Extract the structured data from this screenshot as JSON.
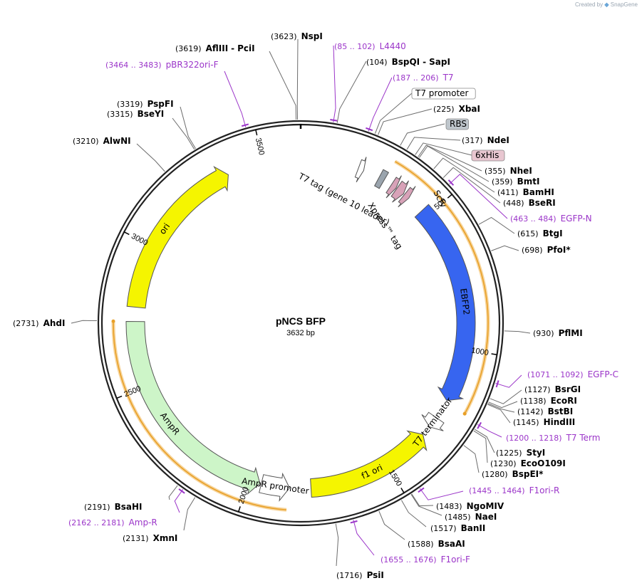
{
  "credit": {
    "prefix": "Created by",
    "brand": "SnapGene"
  },
  "plasmid": {
    "name": "pNCS BFP",
    "length_label": "3632 bp",
    "length": 3632
  },
  "ticks": [
    {
      "bp": 500,
      "label": "500"
    },
    {
      "bp": 1000,
      "label": "1000"
    },
    {
      "bp": 1500,
      "label": "1500"
    },
    {
      "bp": 2000,
      "label": "2000"
    },
    {
      "bp": 2500,
      "label": "2500"
    },
    {
      "bp": 3000,
      "label": "3000"
    },
    {
      "bp": 3500,
      "label": "3500"
    }
  ],
  "features": [
    {
      "name": "ori",
      "label": "ori",
      "start": 2780,
      "end": 3370,
      "direction": 1,
      "color": "#f5f500",
      "lane": "inner"
    },
    {
      "name": "ebfp2",
      "label": "EBFP2",
      "start": 475,
      "end": 1190,
      "direction": 1,
      "color": "#3765f0",
      "lane": "inner"
    },
    {
      "name": "f1-ori",
      "label": "f1 ori",
      "start": 1335,
      "end": 1780,
      "direction": -1,
      "color": "#f5f500",
      "lane": "inner"
    },
    {
      "name": "ampr",
      "label": "AmpR",
      "start": 1960,
      "end": 2730,
      "direction": -1,
      "color": "#cdf5c8",
      "lane": "inner"
    },
    {
      "name": "ampr-promoter",
      "label": "AmpR promoter",
      "start": 1855,
      "end": 1955,
      "direction": -1,
      "color": "#ffffff",
      "lane": "inner"
    },
    {
      "name": "t7-terminator",
      "label": "T7 terminator",
      "start": 1260,
      "end": 1300,
      "direction": 1,
      "color": "#ffffff",
      "lane": "inner"
    },
    {
      "name": "t7-promoter-arrow",
      "label": "",
      "start": 206,
      "end": 226,
      "direction": 1,
      "color": "#ffffff",
      "lane": "inner"
    },
    {
      "name": "rbs-box",
      "label": "",
      "start": 285,
      "end": 305,
      "direction": 0,
      "color": "#9aa4ad",
      "lane": "inner"
    },
    {
      "name": "6xhis-arrow",
      "label": "",
      "start": 335,
      "end": 355,
      "direction": 1,
      "color": "#d8a2b8",
      "lane": "inner"
    },
    {
      "name": "t7-tag-arrow",
      "label": "",
      "start": 358,
      "end": 388,
      "direction": 1,
      "color": "#d8a2b8",
      "lane": "inner"
    },
    {
      "name": "xpress-arrow",
      "label": "",
      "start": 392,
      "end": 412,
      "direction": 1,
      "color": "#d8a2b8",
      "lane": "inner"
    }
  ],
  "cds_bands": [
    {
      "name": "orf-scfv",
      "start": 305,
      "end": 1200
    },
    {
      "name": "orf-ampr",
      "start": 1860,
      "end": 2730
    }
  ],
  "inner_labels": [
    {
      "name": "t7-tag-label",
      "text": "T7 tag (gene 10 leader)"
    },
    {
      "name": "xpress-tag-label",
      "text": "Xpress™ tag"
    },
    {
      "name": "scfv-label",
      "text": "Scfv"
    }
  ],
  "sites": [
    {
      "name": "nspi",
      "enzyme": "NspI",
      "pos": "(3623)",
      "extra": "",
      "kind": "enzyme"
    },
    {
      "name": "aflIII-pcii",
      "enzyme": "AflIII",
      "pos": "(3619)",
      "extra": "PciI",
      "kind": "enzyme"
    },
    {
      "name": "pbr322ori-f",
      "enzyme": "pBR322ori-F",
      "pos": "(3464 .. 3483)",
      "extra": "",
      "kind": "primer"
    },
    {
      "name": "pspfi",
      "enzyme": "PspFI",
      "pos": "(3319)",
      "extra": "",
      "kind": "enzyme"
    },
    {
      "name": "bseyi",
      "enzyme": "BseYI",
      "pos": "(3315)",
      "extra": "",
      "kind": "enzyme"
    },
    {
      "name": "alwni",
      "enzyme": "AlwNI",
      "pos": "(3210)",
      "extra": "",
      "kind": "enzyme"
    },
    {
      "name": "ahdi",
      "enzyme": "AhdI",
      "pos": "(2731)",
      "extra": "",
      "kind": "enzyme"
    },
    {
      "name": "bsahi",
      "enzyme": "BsaHI",
      "pos": "(2191)",
      "extra": "",
      "kind": "enzyme"
    },
    {
      "name": "amp-r",
      "enzyme": "Amp-R",
      "pos": "(2162 .. 2181)",
      "extra": "",
      "kind": "primer"
    },
    {
      "name": "xmni",
      "enzyme": "XmnI",
      "pos": "(2131)",
      "extra": "",
      "kind": "enzyme"
    },
    {
      "name": "psii",
      "enzyme": "PsiI",
      "pos": "(1716)",
      "extra": "",
      "kind": "enzyme"
    },
    {
      "name": "f1ori-f",
      "enzyme": "F1ori-F",
      "pos": "(1655 .. 1676)",
      "extra": "",
      "kind": "primer"
    },
    {
      "name": "bsaai",
      "enzyme": "BsaAI",
      "pos": "(1588)",
      "extra": "",
      "kind": "enzyme"
    },
    {
      "name": "banii",
      "enzyme": "BanII",
      "pos": "(1517)",
      "extra": "",
      "kind": "enzyme"
    },
    {
      "name": "naei",
      "enzyme": "NaeI",
      "pos": "(1485)",
      "extra": "",
      "kind": "enzyme"
    },
    {
      "name": "ngomiv",
      "enzyme": "NgoMIV",
      "pos": "(1483)",
      "extra": "",
      "kind": "enzyme"
    },
    {
      "name": "f1ori-r",
      "enzyme": "F1ori-R",
      "pos": "(1445 .. 1464)",
      "extra": "",
      "kind": "primer"
    },
    {
      "name": "bspei",
      "enzyme": "BspEI",
      "pos": "(1280)",
      "extra": "*",
      "kind": "enzyme"
    },
    {
      "name": "ecoo109i",
      "enzyme": "EcoO109I",
      "pos": "(1230)",
      "extra": "",
      "kind": "enzyme"
    },
    {
      "name": "styi",
      "enzyme": "StyI",
      "pos": "(1225)",
      "extra": "",
      "kind": "enzyme"
    },
    {
      "name": "t7-term",
      "enzyme": "T7 Term",
      "pos": "(1200 .. 1218)",
      "extra": "",
      "kind": "primer"
    },
    {
      "name": "hindiii",
      "enzyme": "HindIII",
      "pos": "(1145)",
      "extra": "",
      "kind": "enzyme"
    },
    {
      "name": "bstbi",
      "enzyme": "BstBI",
      "pos": "(1142)",
      "extra": "",
      "kind": "enzyme"
    },
    {
      "name": "ecori",
      "enzyme": "EcoRI",
      "pos": "(1138)",
      "extra": "",
      "kind": "enzyme"
    },
    {
      "name": "bsrgi",
      "enzyme": "BsrGI",
      "pos": "(1127)",
      "extra": "",
      "kind": "enzyme"
    },
    {
      "name": "egfp-c",
      "enzyme": "EGFP-C",
      "pos": "(1071 .. 1092)",
      "extra": "",
      "kind": "primer"
    },
    {
      "name": "pflmi",
      "enzyme": "PflMI",
      "pos": "(930)",
      "extra": "",
      "kind": "enzyme"
    },
    {
      "name": "pfoi",
      "enzyme": "PfoI",
      "pos": "(698)",
      "extra": "*",
      "kind": "enzyme"
    },
    {
      "name": "btgi",
      "enzyme": "BtgI",
      "pos": "(615)",
      "extra": "",
      "kind": "enzyme"
    },
    {
      "name": "egfp-n",
      "enzyme": "EGFP-N",
      "pos": "(463 .. 484)",
      "extra": "",
      "kind": "primer"
    },
    {
      "name": "bseri",
      "enzyme": "BseRI",
      "pos": "(448)",
      "extra": "",
      "kind": "enzyme"
    },
    {
      "name": "bamhi",
      "enzyme": "BamHI",
      "pos": "(411)",
      "extra": "",
      "kind": "enzyme"
    },
    {
      "name": "bmti",
      "enzyme": "BmtI",
      "pos": "(359)",
      "extra": "",
      "kind": "enzyme"
    },
    {
      "name": "nhei",
      "enzyme": "NheI",
      "pos": "(355)",
      "extra": "",
      "kind": "enzyme"
    },
    {
      "name": "6xhis",
      "enzyme": "6xHis",
      "pos": "",
      "extra": "",
      "kind": "feature-box",
      "color": "#e8c6d0"
    },
    {
      "name": "ndei",
      "enzyme": "NdeI",
      "pos": "(317)",
      "extra": "",
      "kind": "enzyme"
    },
    {
      "name": "rbs",
      "enzyme": "RBS",
      "pos": "",
      "extra": "",
      "kind": "feature-box",
      "color": "#bfc6cc"
    },
    {
      "name": "xbai",
      "enzyme": "XbaI",
      "pos": "(225)",
      "extra": "",
      "kind": "enzyme"
    },
    {
      "name": "t7-promoter",
      "enzyme": "T7 promoter",
      "pos": "",
      "extra": "",
      "kind": "feature-box",
      "color": "#ffffff"
    },
    {
      "name": "t7",
      "enzyme": "T7",
      "pos": "(187 .. 206)",
      "extra": "",
      "kind": "primer"
    },
    {
      "name": "bspqi-sapi",
      "enzyme": "BspQI",
      "pos": "(104)",
      "extra": "SapI",
      "kind": "enzyme"
    },
    {
      "name": "l4440",
      "enzyme": "L4440",
      "pos": "(85 .. 102)",
      "extra": "",
      "kind": "primer"
    }
  ],
  "colors": {
    "primer": "#9b35c9",
    "enzyme": "#000000",
    "backbone": "#222222",
    "cds_band": "#e8a028",
    "leader": "#6c6c6c"
  }
}
